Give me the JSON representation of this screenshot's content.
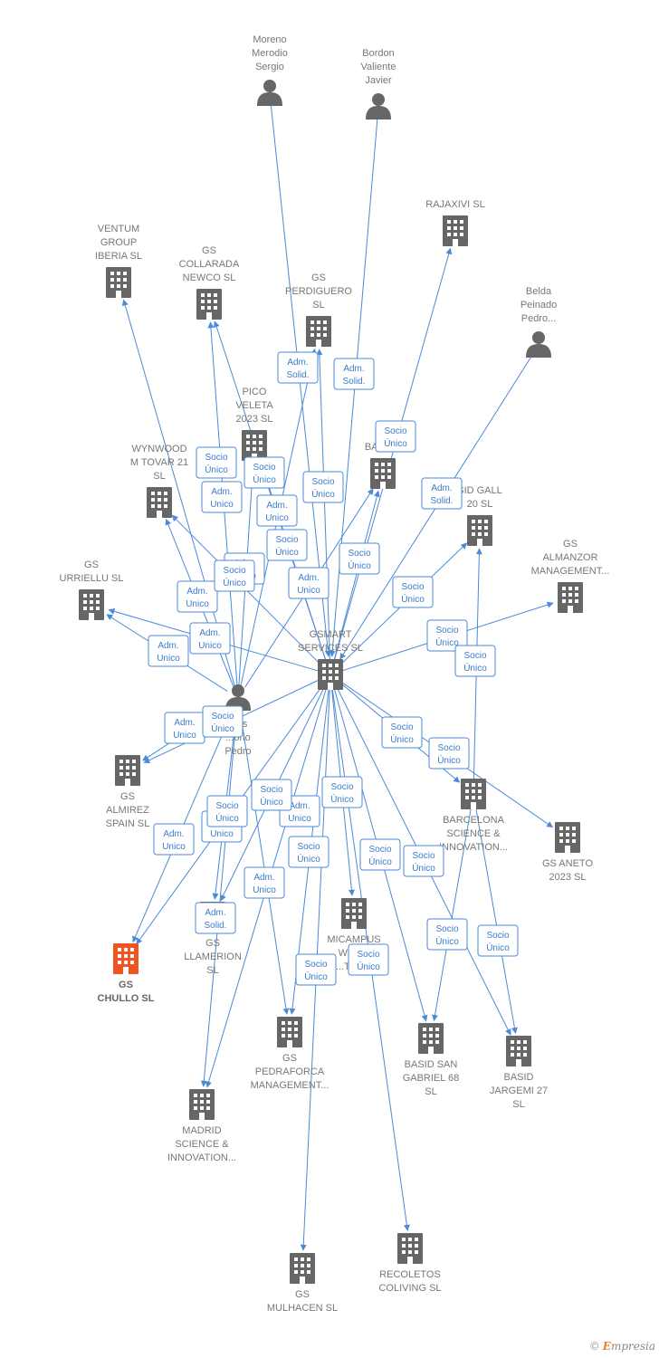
{
  "colors": {
    "edge": "#4a8ad8",
    "node": "#666666",
    "focus": "#ee5522"
  },
  "nodes": [
    {
      "id": "moreno",
      "type": "person",
      "label": [
        "Moreno",
        "Merodio",
        "Sergio"
      ]
    },
    {
      "id": "bordon",
      "type": "person",
      "label": [
        "Bordon",
        "Valiente",
        "Javier"
      ]
    },
    {
      "id": "rajaxivi",
      "type": "company",
      "label": [
        "RAJAXIVI  SL"
      ]
    },
    {
      "id": "ventum",
      "type": "company",
      "label": [
        "VENTUM",
        "GROUP",
        "IBERIA  SL"
      ]
    },
    {
      "id": "collarada",
      "type": "company",
      "label": [
        "GS",
        "COLLARADA",
        "NEWCO  SL"
      ]
    },
    {
      "id": "perdiguero",
      "type": "company",
      "label": [
        "GS",
        "PERDIGUERO",
        "SL"
      ]
    },
    {
      "id": "belda",
      "type": "person",
      "label": [
        "Belda",
        "Peinado",
        "Pedro..."
      ]
    },
    {
      "id": "pico",
      "type": "company",
      "label": [
        "PICO",
        "VELETA",
        "2023  SL"
      ]
    },
    {
      "id": "balaitus",
      "type": "company",
      "label": [
        "BALAI..."
      ]
    },
    {
      "id": "wynwood",
      "type": "company",
      "label": [
        "WYNWOOD",
        "M TOVAR 21",
        "SL"
      ]
    },
    {
      "id": "sidgall",
      "type": "company",
      "label": [
        "SID GALL",
        "20  SL"
      ]
    },
    {
      "id": "almanzor",
      "type": "company",
      "label": [
        "GS",
        "ALMANZOR",
        "MANAGEMENT..."
      ]
    },
    {
      "id": "urriellu",
      "type": "company",
      "label": [
        "GS",
        "URRIELLU  SL"
      ]
    },
    {
      "id": "gsmart",
      "type": "company",
      "label": [
        "GSMART",
        "SERVICES  SL"
      ]
    },
    {
      "id": "pedro",
      "type": "person",
      "label": [
        "...os",
        "...orio",
        "Pedro"
      ]
    },
    {
      "id": "almirez",
      "type": "company",
      "label": [
        "GS",
        "ALMIREZ",
        "SPAIN  SL"
      ]
    },
    {
      "id": "barcelona",
      "type": "company",
      "label": [
        "BARCELONA",
        "SCIENCE &",
        "INNOVATION..."
      ]
    },
    {
      "id": "aneto",
      "type": "company",
      "label": [
        "GS ANETO",
        "2023  SL"
      ]
    },
    {
      "id": "chullo",
      "type": "focus",
      "label": [
        "GS",
        "CHULLO  SL"
      ]
    },
    {
      "id": "llamerion",
      "type": "company",
      "label": [
        "GS",
        "LLAMERION",
        "SL"
      ]
    },
    {
      "id": "micampus",
      "type": "company",
      "label": [
        "MICAMPUS",
        "WYN...",
        "...TRA..."
      ]
    },
    {
      "id": "pedraforca",
      "type": "company",
      "label": [
        "GS",
        "PEDRAFORCA",
        "MANAGEMENT..."
      ]
    },
    {
      "id": "basidsan",
      "type": "company",
      "label": [
        "BASID SAN",
        "GABRIEL 68",
        "SL"
      ]
    },
    {
      "id": "basidjar",
      "type": "company",
      "label": [
        "BASID",
        "JARGEMI 27",
        "SL"
      ]
    },
    {
      "id": "madrid",
      "type": "company",
      "label": [
        "MADRID",
        "SCIENCE &",
        "INNOVATION..."
      ]
    },
    {
      "id": "recoletos",
      "type": "company",
      "label": [
        "RECOLETOS",
        "COLIVING  SL"
      ]
    },
    {
      "id": "mulhacen",
      "type": "company",
      "label": [
        "GS",
        "MULHACEN  SL"
      ]
    }
  ],
  "edge_labels": [
    [
      "Adm.",
      "Solid."
    ],
    [
      "Adm.",
      "Solid."
    ],
    [
      "Socio",
      "Único"
    ],
    [
      "Socio",
      "Único"
    ],
    [
      "Socio",
      "Único"
    ],
    [
      "Socio",
      "Único"
    ],
    [
      "Adm.",
      "Solid."
    ],
    [
      "Adm.",
      "Unico"
    ],
    [
      "Adm.",
      "Unico"
    ],
    [
      "Socio",
      "Único"
    ],
    [
      "Adm.",
      "Unico"
    ],
    [
      "Adm.",
      "Unico"
    ],
    [
      "Socio",
      "Único"
    ],
    [
      "Adm.",
      "Unico"
    ],
    [
      "Socio",
      "Único"
    ],
    [
      "Adm.",
      "Unico"
    ],
    [
      "Socio",
      "Único"
    ],
    [
      "Socio",
      "Único"
    ],
    [
      "Socio",
      "Único"
    ],
    [
      "Adm.",
      "Unico"
    ],
    [
      "Socio",
      "Único"
    ],
    [
      "Socio",
      "Único"
    ],
    [
      "Socio",
      "Único"
    ],
    [
      "Adm.",
      "Unico"
    ],
    [
      "Socio",
      "Único"
    ],
    [
      "Adm.",
      "Unico"
    ],
    [
      "Adm.",
      "Unico"
    ],
    [
      "Socio",
      "Único"
    ],
    [
      "Adm.",
      "Unico"
    ],
    [
      "Socio",
      "Único"
    ],
    [
      "Socio",
      "Único"
    ],
    [
      "Adm.",
      "Unico"
    ],
    [
      "Socio",
      "Único"
    ],
    [
      "Adm.",
      "Solid."
    ],
    [
      "Socio",
      "Único"
    ],
    [
      "Socio",
      "Único"
    ],
    [
      "Socio",
      "Único"
    ],
    [
      "Socio",
      "Único"
    ],
    [
      "Socio",
      "Único"
    ]
  ],
  "edges": [
    [
      "moreno",
      "gsmart"
    ],
    [
      "bordon",
      "gsmart"
    ],
    [
      "belda",
      "gsmart"
    ],
    [
      "gsmart",
      "rajaxivi"
    ],
    [
      "gsmart",
      "perdiguero"
    ],
    [
      "gsmart",
      "balaitus"
    ],
    [
      "gsmart",
      "sidgall"
    ],
    [
      "gsmart",
      "almanzor"
    ],
    [
      "gsmart",
      "urriellu"
    ],
    [
      "gsmart",
      "wynwood"
    ],
    [
      "gsmart",
      "collarada"
    ],
    [
      "gsmart",
      "pico"
    ],
    [
      "gsmart",
      "barcelona"
    ],
    [
      "gsmart",
      "aneto"
    ],
    [
      "gsmart",
      "basidsan"
    ],
    [
      "gsmart",
      "basidjar"
    ],
    [
      "gsmart",
      "micampus"
    ],
    [
      "gsmart",
      "pedraforca"
    ],
    [
      "gsmart",
      "recoletos"
    ],
    [
      "gsmart",
      "mulhacen"
    ],
    [
      "gsmart",
      "llamerion"
    ],
    [
      "gsmart",
      "chullo"
    ],
    [
      "gsmart",
      "madrid"
    ],
    [
      "gsmart",
      "almirez"
    ],
    [
      "pedro",
      "ventum"
    ],
    [
      "pedro",
      "collarada"
    ],
    [
      "pedro",
      "pico"
    ],
    [
      "pedro",
      "perdiguero"
    ],
    [
      "pedro",
      "balaitus"
    ],
    [
      "pedro",
      "wynwood"
    ],
    [
      "pedro",
      "urriellu"
    ],
    [
      "pedro",
      "almirez"
    ],
    [
      "pedro",
      "chullo"
    ],
    [
      "pedro",
      "llamerion"
    ],
    [
      "pedro",
      "madrid"
    ],
    [
      "pedro",
      "pedraforca"
    ],
    [
      "barcelona",
      "sidgall"
    ],
    [
      "barcelona",
      "basidsan"
    ],
    [
      "barcelona",
      "basidjar"
    ]
  ],
  "footer": {
    "symbol": "©",
    "brand_initial": "E",
    "brand_rest": "mpresia"
  }
}
